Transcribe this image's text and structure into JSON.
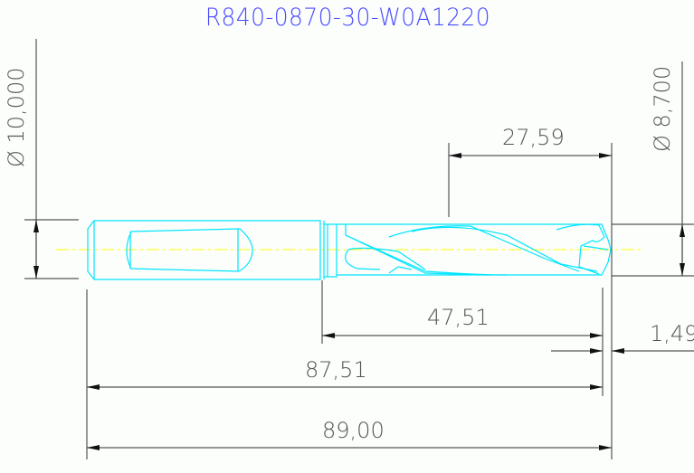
{
  "drawing": {
    "title": "R840-0870-30-W0A1220",
    "title_color": "#4b4bff",
    "part_color": "#00e5ff",
    "centerline_color": "#ffff33",
    "dimension_color": "#555555",
    "background": "#fcfefc"
  },
  "dimensions": {
    "shank_diameter": "Ø 10,000",
    "drill_diameter": "Ø 8,700",
    "flute_length": "27,59",
    "body_length": "47,51",
    "point_length": "1,49",
    "length_to_point": "87,51",
    "overall_length": "89,00"
  }
}
